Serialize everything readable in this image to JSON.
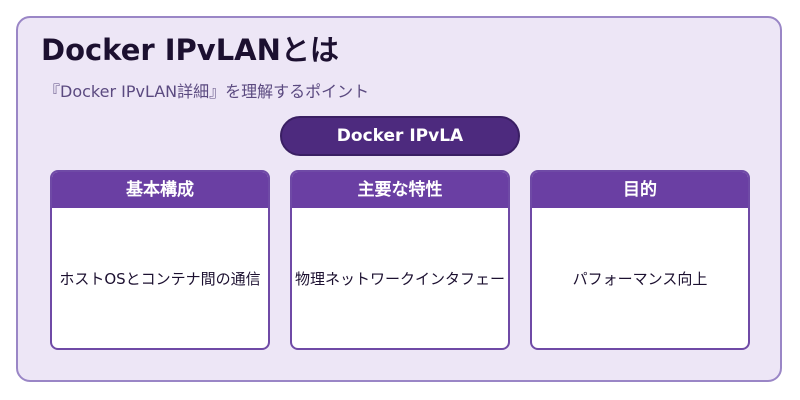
{
  "diagram": {
    "title": "Docker IPvLANとは",
    "subtitle": "『Docker IPvLAN詳細』を理解するポイント",
    "center_node": "Docker IPvLA",
    "cards": [
      {
        "header": "基本構成",
        "body": "ホストOSとコンテナ間の通信"
      },
      {
        "header": "主要な特性",
        "body": "物理ネットワークインタフェー"
      },
      {
        "header": "目的",
        "body": "パフォーマンス向上"
      }
    ],
    "colors": {
      "panel_bg": "#ede6f6",
      "panel_border": "#9a86c6",
      "pill_bg": "#4d2a7e",
      "card_header_bg": "#6a3fa3",
      "card_border": "#6f4aa6",
      "title_text": "#1c1030"
    }
  }
}
